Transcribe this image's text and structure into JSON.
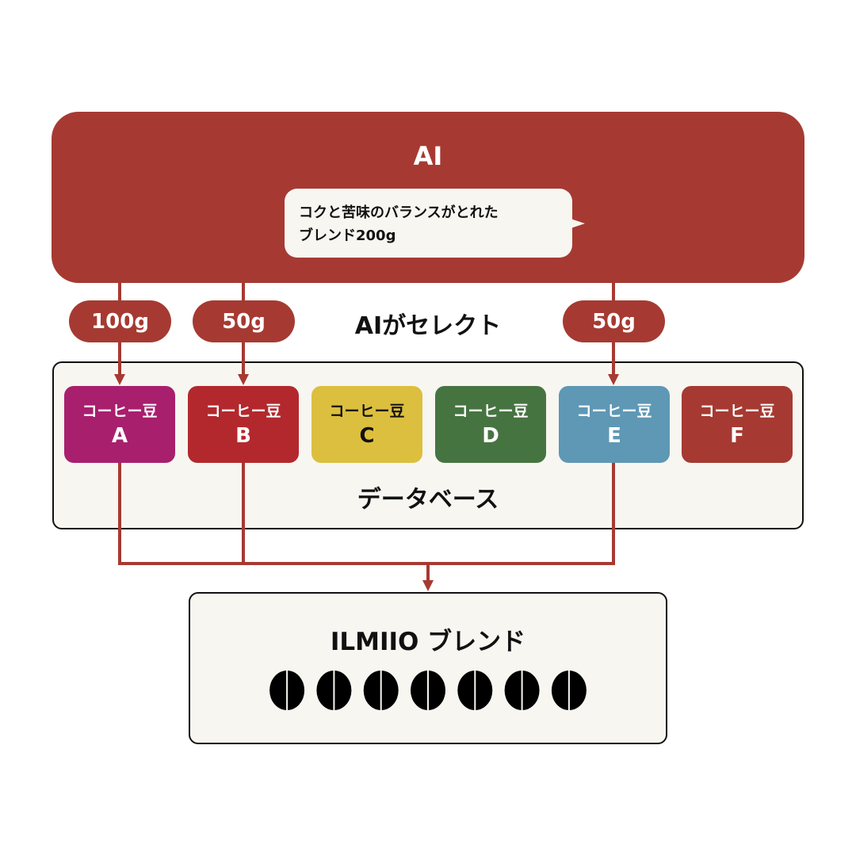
{
  "ai": {
    "title": "AI",
    "bubble_line1": "コクと苦味のバランスがとれた",
    "bubble_line2": "ブレンド200g"
  },
  "selection": {
    "label": "AIがセレクト",
    "amounts": [
      "100g",
      "50g",
      "50g"
    ]
  },
  "database": {
    "label": "データベース",
    "beans": [
      {
        "name": "コーヒー豆",
        "letter": "A",
        "color": "#A81F6E"
      },
      {
        "name": "コーヒー豆",
        "letter": "B",
        "color": "#B3282D"
      },
      {
        "name": "コーヒー豆",
        "letter": "C",
        "color": "#DCBF3E"
      },
      {
        "name": "コーヒー豆",
        "letter": "D",
        "color": "#467441"
      },
      {
        "name": "コーヒー豆",
        "letter": "E",
        "color": "#5E98B5"
      },
      {
        "name": "コーヒー豆",
        "letter": "F",
        "color": "#A63A32"
      }
    ]
  },
  "blend": {
    "title": "ILMIIO ブレンド",
    "bean_count": 7
  },
  "colors": {
    "accent": "#A63A32",
    "panel": "#F7F6F1"
  }
}
